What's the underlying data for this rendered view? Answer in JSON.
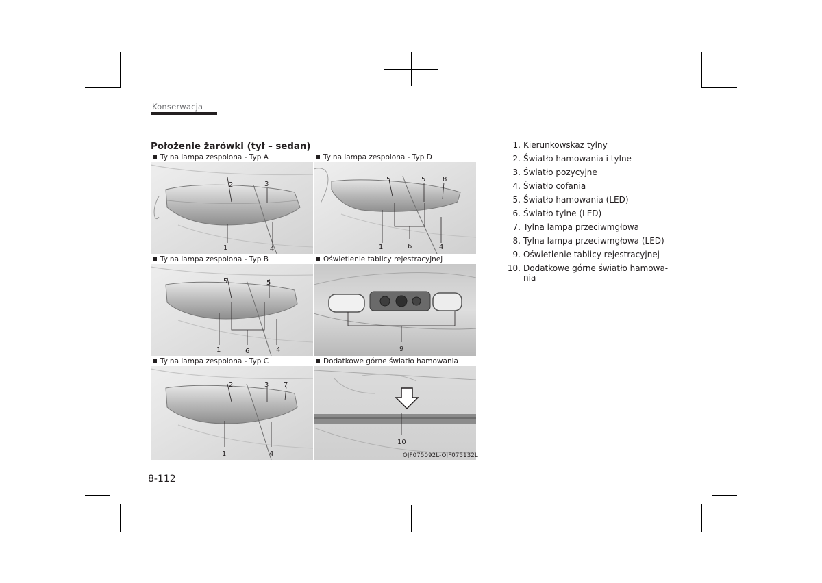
{
  "header": {
    "section": "Konserwacja"
  },
  "title": "Położenie żarówki (tył – sedan)",
  "panels": [
    {
      "title": "Tylna lampa zespolona - Typ A"
    },
    {
      "title": "Tylna lampa zespolona - Typ D"
    },
    {
      "title": "Tylna lampa zespolona - Typ B"
    },
    {
      "title": "Oświetlenie tablicy rejestracyjnej"
    },
    {
      "title": "Tylna lampa zespolona - Typ C"
    },
    {
      "title": "Dodatkowe górne światło hamowania"
    }
  ],
  "callouts": {
    "a": [
      "2",
      "3",
      "1",
      "4"
    ],
    "d": [
      "5",
      "5",
      "8",
      "1",
      "6",
      "4"
    ],
    "b": [
      "5",
      "5",
      "1",
      "6",
      "4"
    ],
    "plate": [
      "9"
    ],
    "c": [
      "2",
      "3",
      "7",
      "1",
      "4"
    ],
    "brake": [
      "10"
    ]
  },
  "figure_code": "OJF075092L-OJF075132L",
  "legend": [
    {
      "num": "1.",
      "text": "Kierunkowskaz tylny"
    },
    {
      "num": "2.",
      "text": "Światło hamowania i tylne"
    },
    {
      "num": "3.",
      "text": "Światło pozycyjne"
    },
    {
      "num": "4.",
      "text": "Światło cofania"
    },
    {
      "num": "5.",
      "text": "Światło hamowania (LED)"
    },
    {
      "num": "6.",
      "text": "Światło tylne (LED)"
    },
    {
      "num": "7.",
      "text": "Tylna lampa przeciwmgłowa"
    },
    {
      "num": "8.",
      "text": "Tylna lampa przeciwmgłowa (LED)"
    },
    {
      "num": "9.",
      "text": "Oświetlenie tablicy rejestracyjnej"
    },
    {
      "num": "10.",
      "text": "Dodatkowe górne światło hamowa-nia"
    }
  ],
  "page_number": "8-112"
}
